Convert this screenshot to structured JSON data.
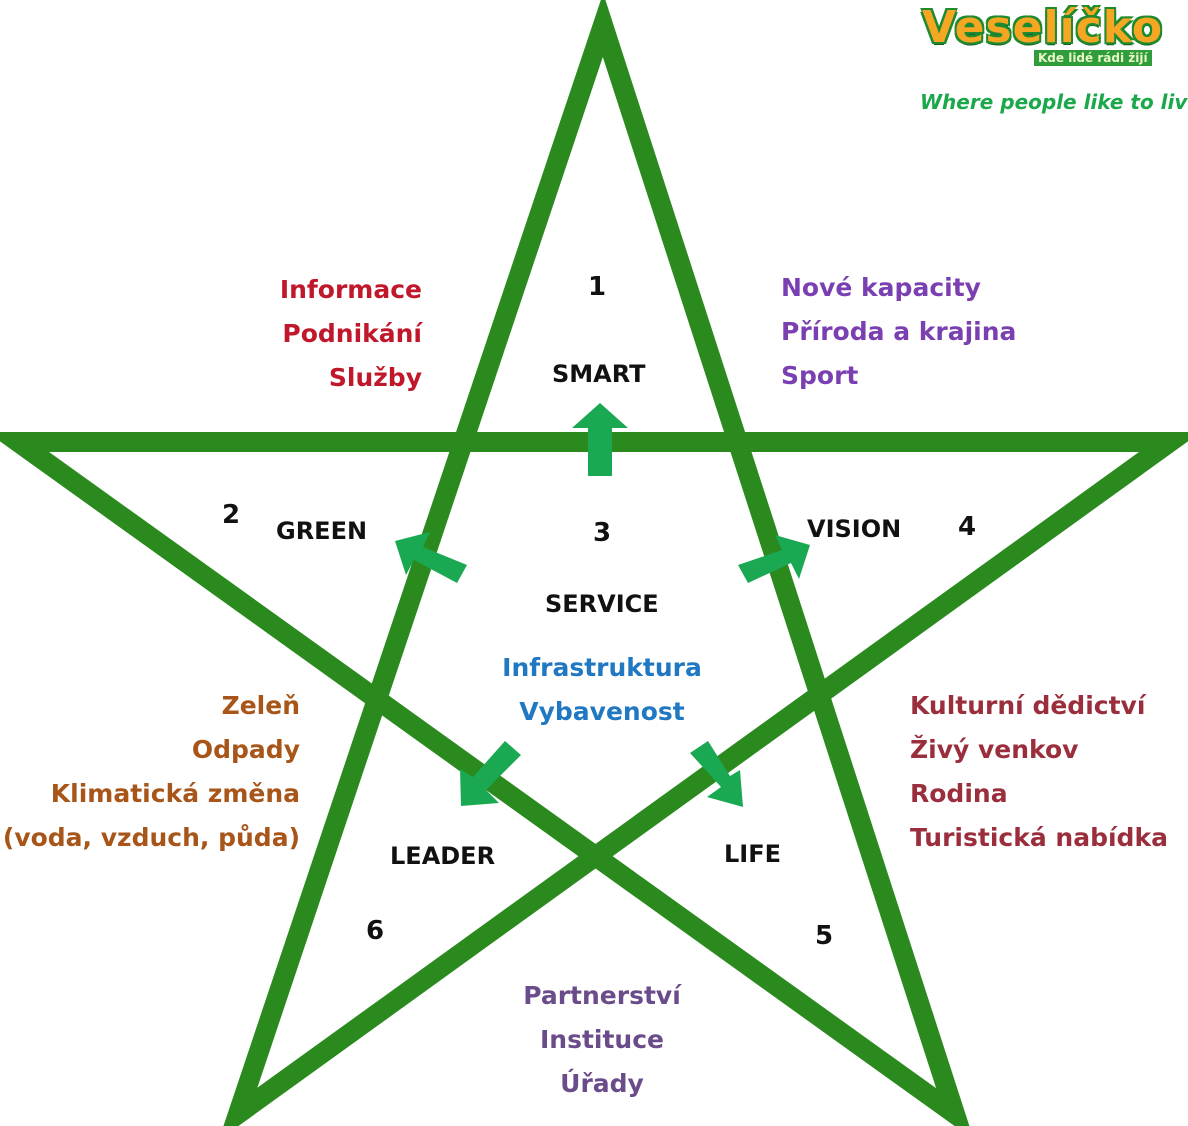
{
  "logo": {
    "name": "Veselíčko",
    "subtitle": "Kde lidé rádi žijí",
    "tagline": "Where people like to live"
  },
  "nodes": {
    "smart": {
      "label": "SMART",
      "number": "1"
    },
    "green": {
      "label": "GREEN",
      "number": "2"
    },
    "service": {
      "label": "SERVICE",
      "number": "3"
    },
    "vision": {
      "label": "VISION",
      "number": "4"
    },
    "life": {
      "label": "LIFE",
      "number": "5"
    },
    "leader": {
      "label": "LEADER",
      "number": "6"
    }
  },
  "topics": {
    "smart": [
      "Informace",
      "Podnikání",
      "Služby"
    ],
    "vision": [
      "Nové kapacity",
      "Příroda a krajina",
      "Sport"
    ],
    "green": [
      "Zeleň",
      "Odpady",
      "Klimatická změna",
      "(voda, vzduch, půda)"
    ],
    "life": [
      "Kulturní dědictví",
      "Živý venkov",
      "Rodina",
      "Turistická nabídka"
    ],
    "leader": [
      "Partnerství",
      "Instituce",
      "Úřady"
    ],
    "service": [
      "Infrastruktura",
      "Vybavenost"
    ]
  },
  "colors": {
    "star": "#2a8a1e",
    "arrow": "#1aa853",
    "smart_topics": "#c0172b",
    "vision_topics": "#7a3fb0",
    "green_topics": "#a85519",
    "life_topics": "#9a2e3c",
    "leader_topics": "#6b4c8a",
    "service_topics": "#1f78c1"
  }
}
